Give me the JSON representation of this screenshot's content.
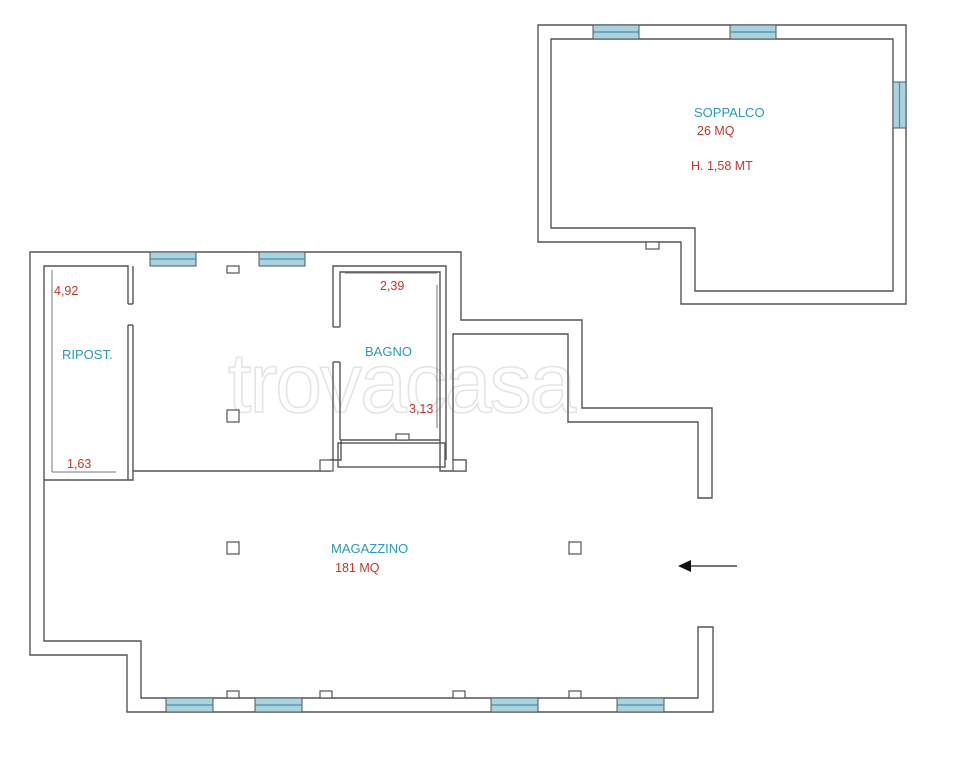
{
  "colors": {
    "room_label": "#2a9ab8",
    "measure_label": "#c0392b",
    "wall": "#555555",
    "window_fill": "#a9d3e0",
    "watermark": "#e4e4e4"
  },
  "watermark": {
    "text": "trovacasa"
  },
  "rooms": {
    "soppalco": {
      "name": "SOPPALCO",
      "area": "26 MQ",
      "height": "H. 1,58 MT"
    },
    "ripostiglio": {
      "name": "RIPOST.",
      "dim_top": "4,92",
      "dim_bottom": "1,63"
    },
    "bagno": {
      "name": "BAGNO",
      "dim_top": "2,39",
      "dim_side": "3,13"
    },
    "magazzino": {
      "name": "MAGAZZINO",
      "area": "181 MQ"
    }
  },
  "icons": {
    "entrance": "arrow-left-icon"
  }
}
